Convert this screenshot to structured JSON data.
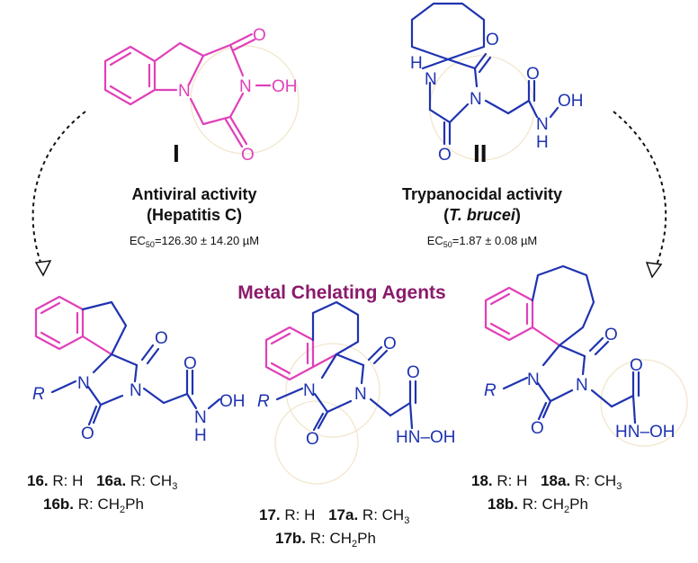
{
  "compound_I": {
    "label": "I",
    "activity": "Antiviral activity",
    "target": "(Hepatitis C)",
    "ec50_prefix": "EC",
    "ec50_sub": "50",
    "ec50_value": "=126.30 ± 14.20 µM",
    "atoms": {
      "n1": "N",
      "n2": "N",
      "oh": "OH",
      "o1": "O",
      "o2": "O"
    }
  },
  "compound_II": {
    "label": "II",
    "activity": "Trypanocidal activity",
    "target_open": "(",
    "target_italic": "T. brucei",
    "target_close": ")",
    "ec50_prefix": "EC",
    "ec50_sub": "50",
    "ec50_value": "=1.87 ± 0.08 µM",
    "atoms": {
      "h": "H",
      "n1": "N",
      "n2": "N",
      "o1": "O",
      "o2": "O",
      "o3": "O",
      "nh": "N",
      "h2": "H",
      "oh": "OH"
    }
  },
  "center_title": "Metal Chelating Agents",
  "series_16": {
    "atoms": {
      "r": "R",
      "n1": "N",
      "n2": "N",
      "o1": "O",
      "o2": "O",
      "o3": "O",
      "n3": "N",
      "h": "H",
      "oh": "OH"
    },
    "line1": [
      {
        "num": "16.",
        "text": " R: H  "
      },
      {
        "num": "16a.",
        "text": " R: CH",
        "sub": "3"
      }
    ],
    "line2": {
      "num": "16b.",
      "text": " R: CH",
      "sub": "2",
      "after": "Ph"
    }
  },
  "series_17": {
    "atoms": {
      "r": "R",
      "n1": "N",
      "n2": "N",
      "o1": "O",
      "o2": "O",
      "o3": "O",
      "hnoh": "HN–OH"
    },
    "line1": [
      {
        "num": "17.",
        "text": " R: H  "
      },
      {
        "num": "17a.",
        "text": " R: CH",
        "sub": "3"
      }
    ],
    "line2": {
      "num": "17b.",
      "text": " R: CH",
      "sub": "2",
      "after": "Ph"
    }
  },
  "series_18": {
    "atoms": {
      "r": "R",
      "n1": "N",
      "n2": "N",
      "o1": "O",
      "o2": "O",
      "o3": "O",
      "hnoh": "HN–OH"
    },
    "line1": [
      {
        "num": "18.",
        "text": " R: H  "
      },
      {
        "num": "18a.",
        "text": " R: CH",
        "sub": "3"
      }
    ],
    "line2": {
      "num": "18b.",
      "text": " R: CH",
      "sub": "2",
      "after": "Ph"
    }
  },
  "colors": {
    "scaffold": "#e040b8",
    "hydroxamate": "#1f33b0",
    "title": "#8b1a6b"
  }
}
